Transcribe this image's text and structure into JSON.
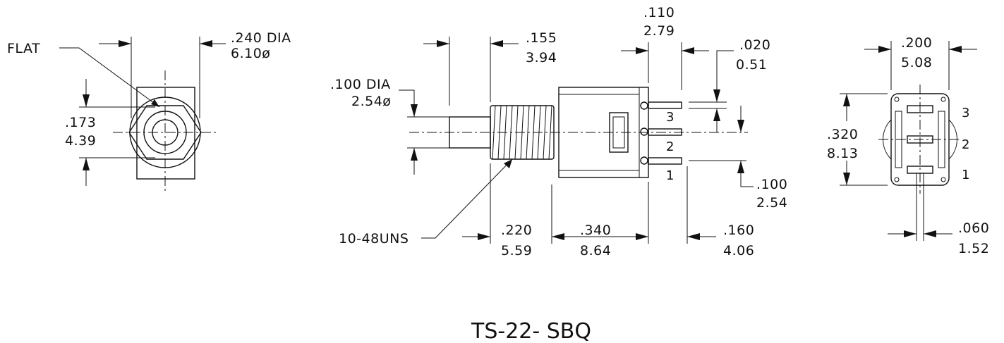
{
  "title": "TS-22- SBQ",
  "front_view": {
    "flat_label": "FLAT",
    "dia_in": ".240 DIA",
    "dia_mm": "6.10ø",
    "height_in": ".173",
    "height_mm": "4.39"
  },
  "side_view": {
    "shaft_dia_in": ".100 DIA",
    "shaft_dia_mm": "2.54ø",
    "shaft_len_in": ".155",
    "shaft_len_mm": "3.94",
    "pin_w_in": ".110",
    "pin_w_mm": "2.79",
    "pin_t_in": ".020",
    "pin_t_mm": "0.51",
    "pitch_in": ".100",
    "pitch_mm": "2.54",
    "thread_label": "10-48UNS",
    "bushing_in": ".220",
    "bushing_mm": "5.59",
    "body_in": ".340",
    "body_mm": "8.64",
    "pin_len_in": ".160",
    "pin_len_mm": "4.06",
    "pins": [
      "3",
      "2",
      "1"
    ]
  },
  "bottom_view": {
    "width_in": ".200",
    "width_mm": "5.08",
    "height_in": ".320",
    "height_mm": "8.13",
    "pin_gap_in": ".060",
    "pin_gap_mm": "1.52",
    "pins": [
      "3",
      "2",
      "1"
    ]
  }
}
